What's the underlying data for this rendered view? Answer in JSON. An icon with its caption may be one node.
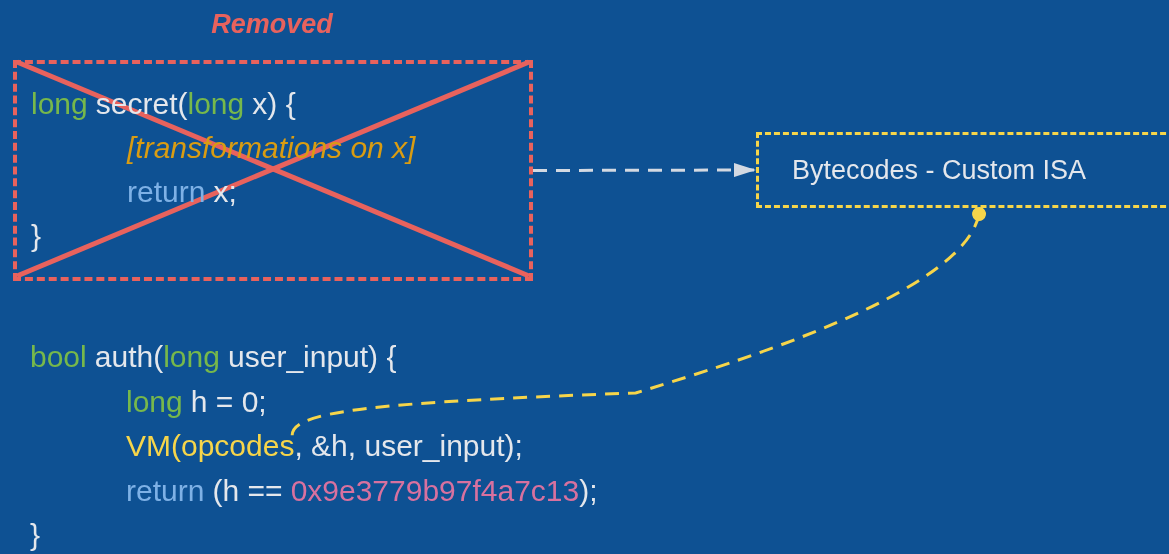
{
  "diagram": {
    "nodes": [
      {
        "text": [
          "Removed",
          "long",
          "secret(",
          "long",
          "x) {",
          "[transformations on x]",
          "return",
          "x;",
          "}"
        ]
      },
      {
        "text": [
          "Bytecodes - Custom ISA"
        ]
      },
      {
        "text": [
          "opcodes"
        ]
      }
    ],
    "edges": [
      {
        "from": 0,
        "to": 1,
        "arrow": "to",
        "style": "dashed",
        "color": "#d3d9e2"
      },
      {
        "from": 1,
        "to": 2,
        "arrow": "other",
        "style": "dashed",
        "color": "#f6d54a"
      }
    ],
    "labels": [
      "bool",
      "auth(",
      "long",
      "user_input) {",
      "long",
      "h = 0;",
      "VM(",
      ", &h, user_input);",
      "return",
      "(h ==",
      "0x9e3779b97f4a7c13",
      ");",
      "}"
    ]
  }
}
